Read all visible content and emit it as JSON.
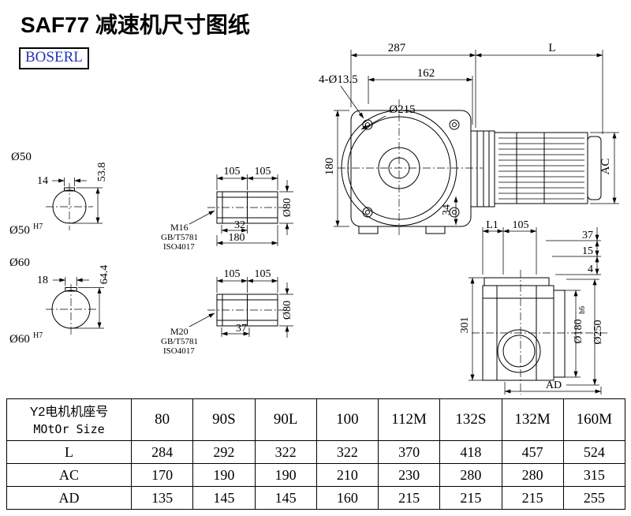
{
  "page": {
    "title": "SAF77 减速机尺寸图纸",
    "brand": "BOSERL"
  },
  "front_view": {
    "dim_287": "287",
    "dim_l": "L",
    "dim_162": "162",
    "dim_holes": "4-Ø13.5",
    "dia_215": "Ø215",
    "dim_180": "180",
    "dim_34": "34",
    "dim_ac": "AC"
  },
  "shaft_50": {
    "dia": "Ø50",
    "key_width": "14",
    "key_height": "53.8",
    "bore_dia": "Ø50",
    "bore_tol": "H7"
  },
  "shaft_60": {
    "dia": "Ø60",
    "key_width": "18",
    "key_height": "64.4",
    "bore_dia": "Ø60",
    "bore_tol": "H7"
  },
  "detail_m16": {
    "dim_105a": "105",
    "dim_105b": "105",
    "thread": "M16",
    "std_gb": "GB/T5781",
    "std_iso": "ISO4017",
    "dim_32": "32",
    "dim_180": "180",
    "dia_80": "Ø80"
  },
  "detail_m20": {
    "dim_105a": "105",
    "dim_105b": "105",
    "thread": "M20",
    "std_gb": "GB/T5781",
    "std_iso": "ISO4017",
    "dim_37": "37",
    "dia_80": "Ø80"
  },
  "side_view": {
    "dim_l1": "L1",
    "dim_105": "105",
    "dim_37": "37",
    "dim_15": "15",
    "dim_4": "4",
    "dim_301": "301",
    "dia_180": "Ø180",
    "dia_180_tol": "h6",
    "dia_250": "Ø250",
    "dim_ad": "AD"
  },
  "table": {
    "motor_label_cn": "Y2电机机座号",
    "motor_label_en": "MOtOr Size",
    "sizes": [
      "80",
      "90S",
      "90L",
      "100",
      "112M",
      "132S",
      "132M",
      "160M"
    ],
    "rows": [
      {
        "label": "L",
        "values": [
          "284",
          "292",
          "322",
          "322",
          "370",
          "418",
          "457",
          "524"
        ]
      },
      {
        "label": "AC",
        "values": [
          "170",
          "190",
          "190",
          "210",
          "230",
          "280",
          "280",
          "315"
        ]
      },
      {
        "label": "AD",
        "values": [
          "135",
          "145",
          "145",
          "160",
          "215",
          "215",
          "215",
          "255"
        ]
      }
    ]
  }
}
